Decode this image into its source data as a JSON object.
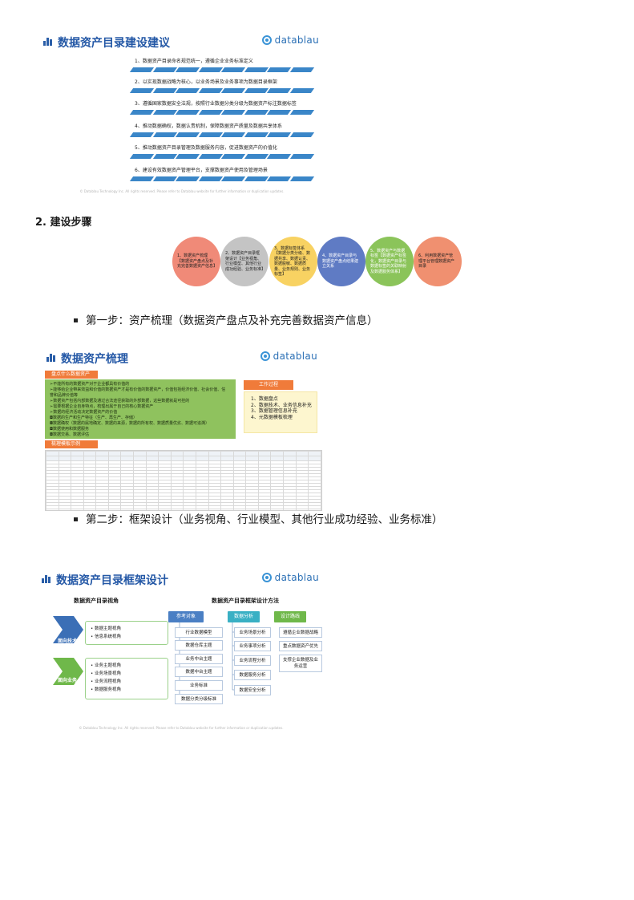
{
  "slide1": {
    "title": "数据资产目录建设建议",
    "logo": "datablau",
    "items": [
      "1、数据资产目录命名规范统一，遵循企业业务标准定义",
      "2、以实现数据战略为核心，以业务场景及业务事项为数据目录框架",
      "3、遵循国家数据安全法规，按照行业数据分类分级为数据资产标注数据标签",
      "4、推动数据确权，数据认责机制，保障数据资产质量及数据共享体系",
      "5、推动数据资产目录管理及数据服务内容，促进数据资产的价值化",
      "6、建设有效数据资产管理平台，支撑数据资产使用及管理场景"
    ],
    "footer": "© Datablau Technology Inc. All rights reserved. Please refer to Datablau website for further information or duplication updates."
  },
  "section": {
    "heading": "2. 建设步骤"
  },
  "steps": [
    {
      "text": "1、数据资产梳理【数据资产盘点及补充完善数据资产信息】",
      "color": "#f08a78"
    },
    {
      "text": "2、数据资产目录框架设计【业务视角、行业模型、其他行业成功经验、业务标准】",
      "color": "#c4c4c4"
    },
    {
      "text": "3、数据标签体系【数据分类分级、数据共享、数据认责、数据脱敏、数据质量、业务规则、业务标签】",
      "color": "#f8d262"
    },
    {
      "text": "4、数据资产目录与数据资产盘点结果建立关系",
      "color": "#5f7bc4"
    },
    {
      "text": "5、数据资产与数据标签【数据资产标签化，数据资产目录与数据标签的关联映射及数据服务体系】",
      "color": "#8bc45a"
    },
    {
      "text": "6、利用数据资产管理平台管理数据资产目录",
      "color": "#f09070"
    }
  ],
  "step1": {
    "line": "第一步：资产梳理（数据资产盘点及补充完善数据资产信息）",
    "slide": {
      "title": "数据资产梳理",
      "logo": "datablau",
      "band1": "盘点什么数据资产",
      "band2": "梳理模板示例",
      "green_lines": [
        "➢不能所有的数据资产对于企业都具有价值的",
        "➢能够给企业带来效益和价值的数据资产才是有价值的数据资产，价值包括经济价值、社会价值、信",
        "誉和品牌价值等",
        "➢数据资产包括内部数据及通过合法途径获取的外部数据，这些数据就是可控的",
        "➢需要根据企业自身特点，梳理出属于自己的核心数据资产",
        "➢数据的经济活动决定数据资产的价值",
        "   ◘数据的生产和生产特征（生产、再生产、存储）",
        "   ◘数据确权（数据的属地确定、数据的来源，数据的所有权、数据质量优劣、数据可追溯）",
        "   ◘数据使用和数据服务",
        "   ◘数据交易、数据评估"
      ],
      "side_tag": "工作过程",
      "side_items": [
        "1、数据盘点",
        "2、数据技术、业务信息补充",
        "3、数据管理信息补充",
        "4、元数据模板梳理"
      ]
    }
  },
  "step2": {
    "line": "第二步：框架设计（业务视角、行业模型、其他行业成功经验、业务标准）",
    "slide": {
      "title": "数据资产目录框架设计",
      "logo": "datablau",
      "left_title": "数据资产目录视角",
      "right_title": "数据资产目录框架设计方法",
      "tech_label": "面向技术",
      "tech_items": [
        "• 数据主题视角",
        "• 信息系统视角"
      ],
      "biz_label": "面向业务",
      "biz_items": [
        "• 业务主题视角",
        "• 业务场景视角",
        "• 业务流程视角",
        "• 数据服务视角"
      ],
      "tags": [
        "参考对象",
        "数据分析",
        "设计路线"
      ],
      "col1": [
        "行业数据模型",
        "数据仓库主题",
        "业务中台主题",
        "数据中台主题",
        "业务标准",
        "数据分类分级标准"
      ],
      "col2": [
        "业务场景分析",
        "业务事项分析",
        "业务流程分析",
        "数据服务分析",
        "数据安全分析"
      ],
      "col3": [
        "遵循企业数据战略",
        "重点数据资产优先",
        "支撑企业数据及业务运营"
      ],
      "footer": "© Datablau Technology Inc. All rights reserved. Please refer to Datablau website for further information or duplication updates."
    }
  }
}
